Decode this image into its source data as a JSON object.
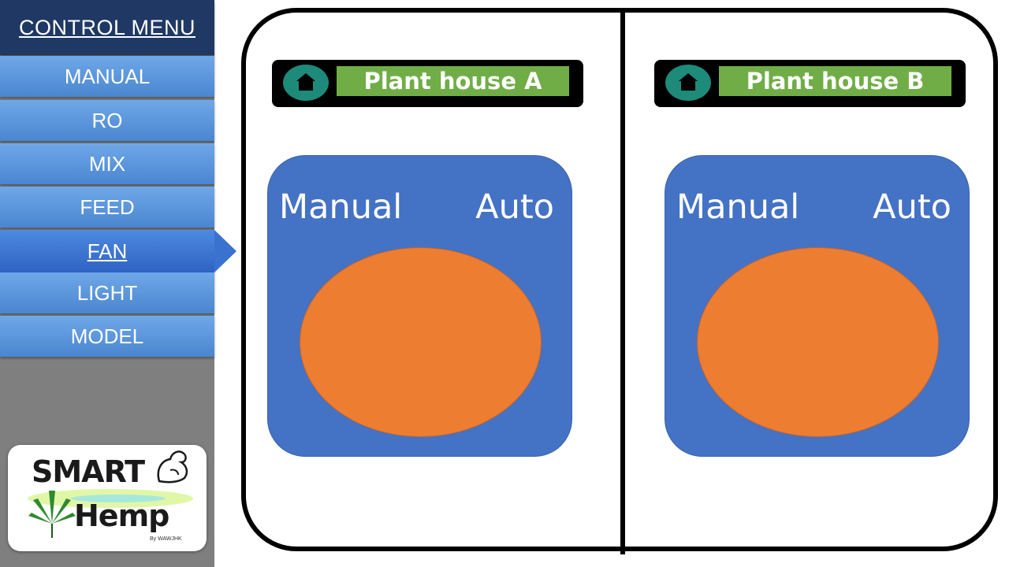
{
  "sidebar": {
    "title": "CONTROL MENU",
    "items": [
      {
        "label": "MANUAL",
        "active": false
      },
      {
        "label": "RO",
        "active": false
      },
      {
        "label": "MIX",
        "active": false
      },
      {
        "label": "FEED",
        "active": false
      },
      {
        "label": "FAN",
        "active": true
      },
      {
        "label": "LIGHT",
        "active": false
      },
      {
        "label": "MODEL",
        "active": false
      }
    ]
  },
  "logo": {
    "line1": "SMART",
    "line2": "Hemp",
    "byline": "By WAWJHK",
    "icons": [
      "flexed-arm-icon",
      "cannabis-leaf-icon"
    ]
  },
  "houses": [
    {
      "name": "Plant house A",
      "icon": "home-icon",
      "mode_left": "Manual",
      "mode_right": "Auto"
    },
    {
      "name": "Plant house B",
      "icon": "home-icon",
      "mode_left": "Manual",
      "mode_right": "Auto"
    }
  ],
  "colors": {
    "menu_title_bg": "#1f3864",
    "menu_item": "#5b9bd5",
    "menu_active": "#2f62c4",
    "house_label_bg": "#70ad47",
    "house_icon_bg": "#1d8a7a",
    "panel_bg": "#4472c4",
    "toggle": "#ed7d31"
  }
}
